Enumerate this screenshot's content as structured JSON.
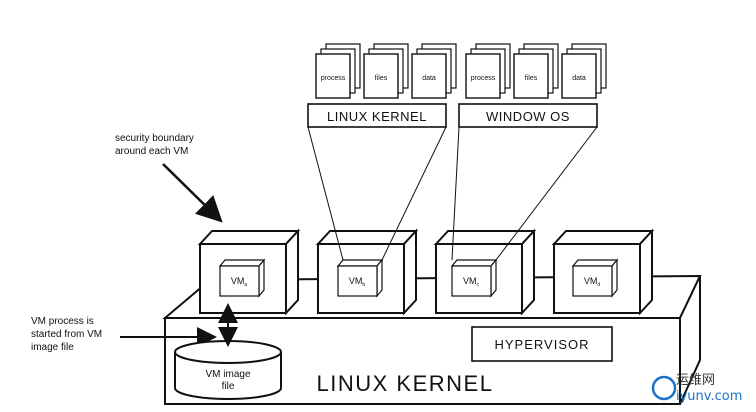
{
  "notes": {
    "security_boundary": [
      "security boundary",
      "around each VM"
    ],
    "vm_process": [
      "VM process is",
      "started from VM",
      "image file"
    ]
  },
  "guest_kernels": [
    {
      "label": "LINUX KERNEL",
      "docs": [
        "process",
        "files",
        "data"
      ]
    },
    {
      "label": "WINDOW OS",
      "docs": [
        "process",
        "files",
        "data"
      ]
    }
  ],
  "vms": [
    {
      "label": "VM",
      "sub": "a"
    },
    {
      "label": "VM",
      "sub": "b"
    },
    {
      "label": "VM",
      "sub": "c"
    },
    {
      "label": "VM",
      "sub": "d"
    }
  ],
  "host": {
    "hypervisor_label": "HYPERVISOR",
    "kernel_label": "LINUX KERNEL"
  },
  "disk": {
    "lines": [
      "VM image",
      "file"
    ]
  },
  "watermark": {
    "cn": "运维网",
    "url": "iyunv.com",
    "accent": "#1a73c6"
  }
}
